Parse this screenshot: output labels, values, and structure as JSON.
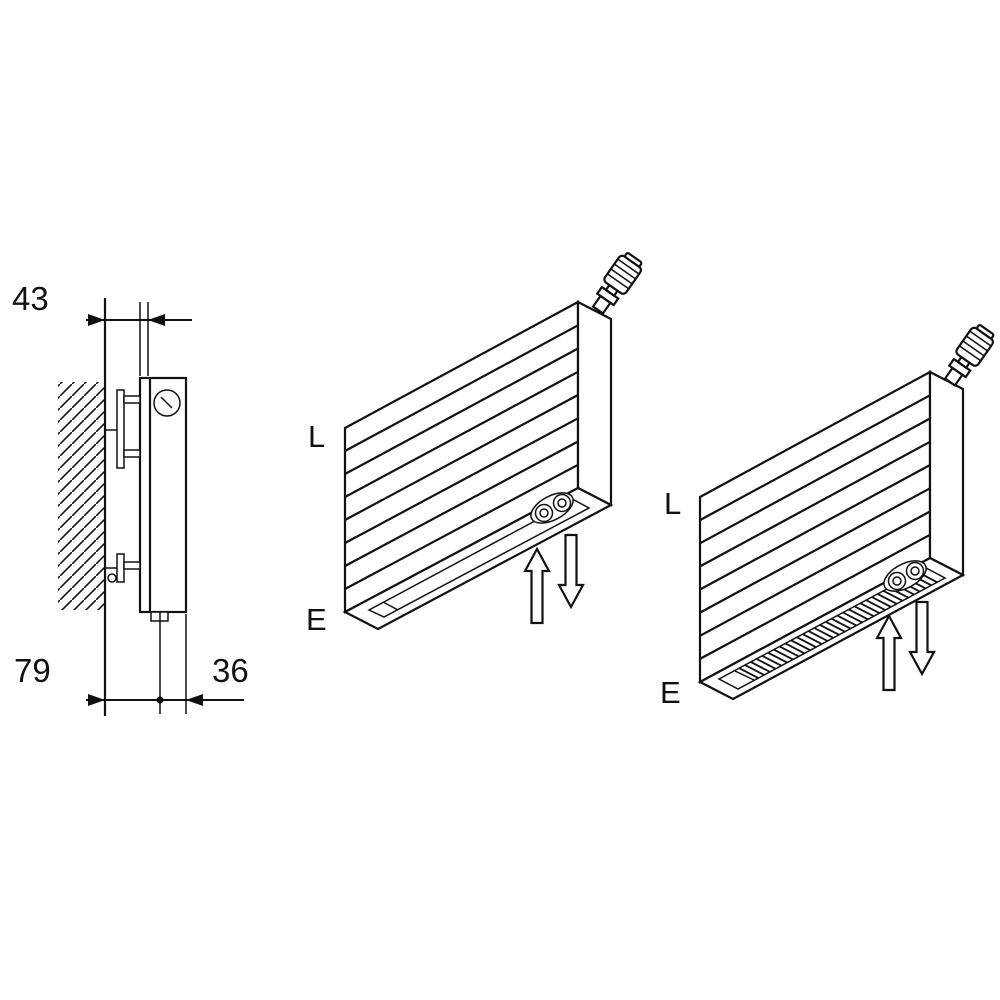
{
  "diagram": {
    "background": "#ffffff",
    "line_color": "#111111",
    "side_view": {
      "dim_top": "43",
      "dim_bottom_left": "79",
      "dim_bottom_right": "36"
    },
    "radiator_plain": {
      "label_top": "L",
      "label_bottom": "E"
    },
    "radiator_convector": {
      "label_top": "L",
      "label_bottom": "E"
    }
  }
}
